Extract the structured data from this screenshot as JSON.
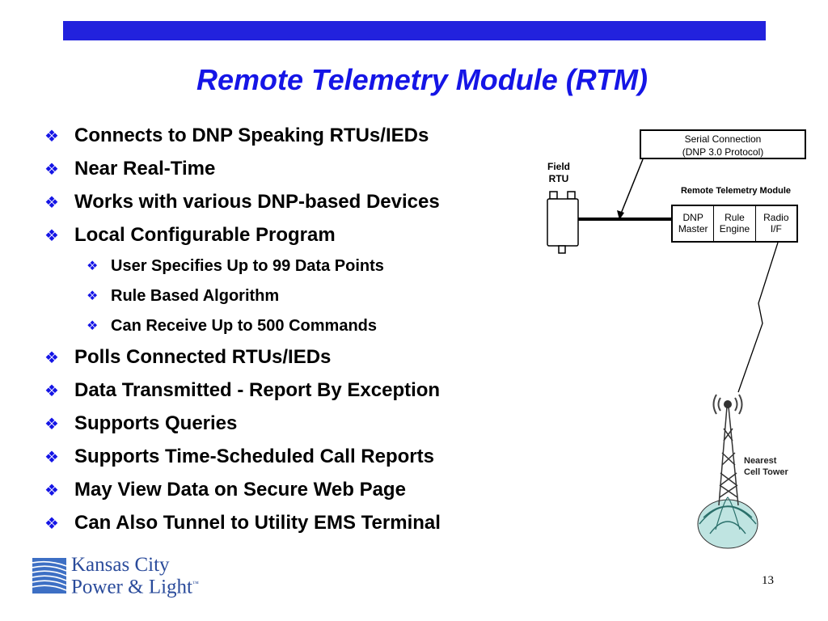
{
  "slide": {
    "title": "Remote Telemetry Module (RTM)",
    "page_number": "13",
    "bullet_glyph": "❖",
    "accent_color": "#1515e6",
    "bullets": [
      {
        "level": 1,
        "text": "Connects to DNP Speaking RTUs/IEDs"
      },
      {
        "level": 1,
        "text": "Near Real-Time"
      },
      {
        "level": 1,
        "text": "Works with various DNP-based Devices"
      },
      {
        "level": 1,
        "text": "Local Configurable Program"
      },
      {
        "level": 2,
        "text": "User Specifies Up to 99 Data Points"
      },
      {
        "level": 2,
        "text": "Rule Based Algorithm"
      },
      {
        "level": 2,
        "text": "Can Receive Up to 500 Commands"
      },
      {
        "level": 1,
        "text": "Polls Connected RTUs/IEDs"
      },
      {
        "level": 1,
        "text": "Data Transmitted - Report By Exception"
      },
      {
        "level": 1,
        "text": "Supports Queries"
      },
      {
        "level": 1,
        "text": "Supports Time-Scheduled Call Reports"
      },
      {
        "level": 1,
        "text": "May View Data on Secure Web Page"
      },
      {
        "level": 1,
        "text": "Can Also Tunnel to Utility EMS Terminal"
      }
    ]
  },
  "diagram": {
    "serial_connection": {
      "line1": "Serial Connection",
      "line2": "(DNP 3.0 Protocol)"
    },
    "field_rtu": {
      "line1": "Field",
      "line2": "RTU"
    },
    "rtm": {
      "title": "Remote Telemetry Module",
      "cells": [
        {
          "line1": "DNP",
          "line2": "Master"
        },
        {
          "line1": "Rule",
          "line2": "Engine"
        },
        {
          "line1": "Radio",
          "line2": "I/F"
        }
      ]
    },
    "tower": {
      "line1": "Nearest",
      "line2": "Cell Tower"
    }
  },
  "logo": {
    "line1": "Kansas City",
    "line2": "Power & Light",
    "trademark": "™"
  }
}
